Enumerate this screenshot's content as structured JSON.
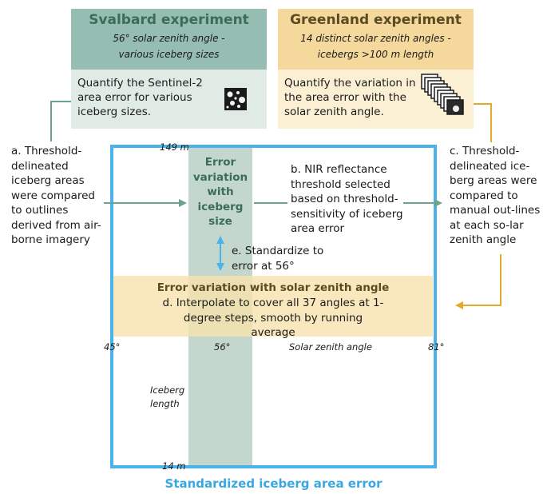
{
  "colors": {
    "green_dark": "#95bdb1",
    "green_light": "#e1ebe6",
    "green_band": "#b9d0c3",
    "yellow_dark": "#f5d89b",
    "yellow_light": "#fcf0d4",
    "yellow_band": "#faecc6",
    "blue": "#4ab3ea",
    "green_arrow": "#6aa38f",
    "yellow_arrow": "#e0ad2a"
  },
  "svalbard": {
    "title": "Svalbard experiment",
    "subtitle_line1": "56° solar zenith angle -",
    "subtitle_line2": "various iceberg sizes",
    "body": "Quantify the Sentinel-2 area error for various iceberg sizes.",
    "icon": "scattered-icebergs-icon"
  },
  "greenland": {
    "title": "Greenland experiment",
    "subtitle_line1": "14 distinct solar zenith angles -",
    "subtitle_line2": "icebergs >100 m length",
    "body": "Quantify the variation in the area error with the solar zenith angle.",
    "icon": "stacked-image-series-icon"
  },
  "steps": {
    "a": "a. Threshold-delineated iceberg areas were compared to outlines derived from air-borne imagery",
    "b": "b. NIR reflectance threshold selected based on threshold-sensitivity of iceberg area error",
    "c": "c. Threshold-delineated ice-berg areas were compared to manual out-lines at each so-lar zenith angle",
    "d_title": "Error variation with solar zenith angle",
    "d": "d. Interpolate to cover all 37 angles at 1-degree steps, smooth by running average",
    "e": "e. Standardize to error at 56°",
    "size_label": "Error variation with iceberg size"
  },
  "axes": {
    "top_length": "149 m",
    "bottom_length": "14 m",
    "angle_min": "45°",
    "angle_mid": "56°",
    "angle_max": "81°",
    "x_label": "Solar zenith angle",
    "y_label": "Iceberg length"
  },
  "footer": {
    "title": "Standardized iceberg area error"
  }
}
